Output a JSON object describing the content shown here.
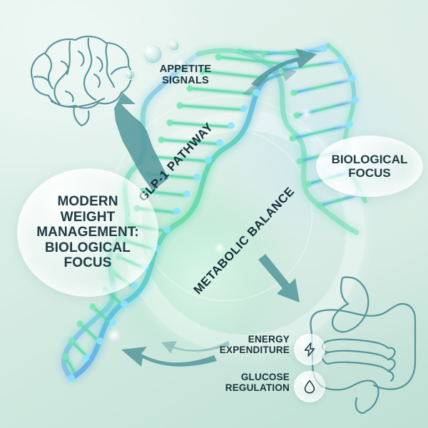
{
  "theme": {
    "background_top": "#e8f4f0",
    "background_bottom": "#bfe0d5",
    "text_dark": "#17333a",
    "line_art": "#4f8f95",
    "helix_blue": "#3f8fd4",
    "helix_green": "#5fd6a0",
    "accent_teal": "#4f9aa0"
  },
  "title_bubble": {
    "line1": "MODERN",
    "line2": "WEIGHT",
    "line3": "MANAGEMENT:",
    "line4": "BIOLOGICAL",
    "line5": "FOCUS",
    "full_text": "MODERN WEIGHT MANAGEMENT: BIOLOGICAL FOCUS"
  },
  "focus_bubble": {
    "line1": "BIOLOGICAL",
    "line2": "FOCUS",
    "full_text": "BIOLOGICAL FOCUS"
  },
  "labels": {
    "appetite_line1": "APPETITE",
    "appetite_line2": "SIGNALS",
    "energy_line1": "ENERGY",
    "energy_line2": "EXPENDITURE",
    "glucose_line1": "GLUCOSE",
    "glucose_line2": "REGULATION"
  },
  "pathways": {
    "glp1": "GLP-1 PATHWAY",
    "metabolic": "METABOLIC BALANCE"
  },
  "icons": {
    "energy": "lightning-bolt-icon",
    "glucose": "water-drop-icon",
    "brain": "brain-icon",
    "digestive": "digestive-system-icon",
    "dna": "dna-helix-icon"
  }
}
